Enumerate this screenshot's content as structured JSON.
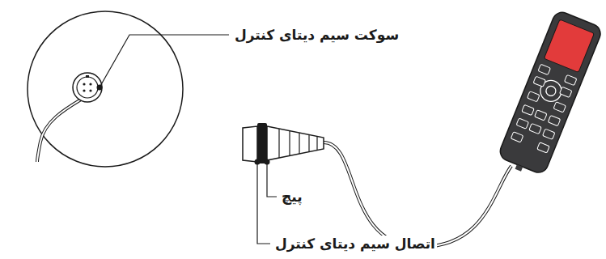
{
  "diagram": {
    "labels": [
      "سوکت سیم دیتای کنترل",
      "پیچ",
      "اتصال سیم دیتای کنترل"
    ]
  }
}
